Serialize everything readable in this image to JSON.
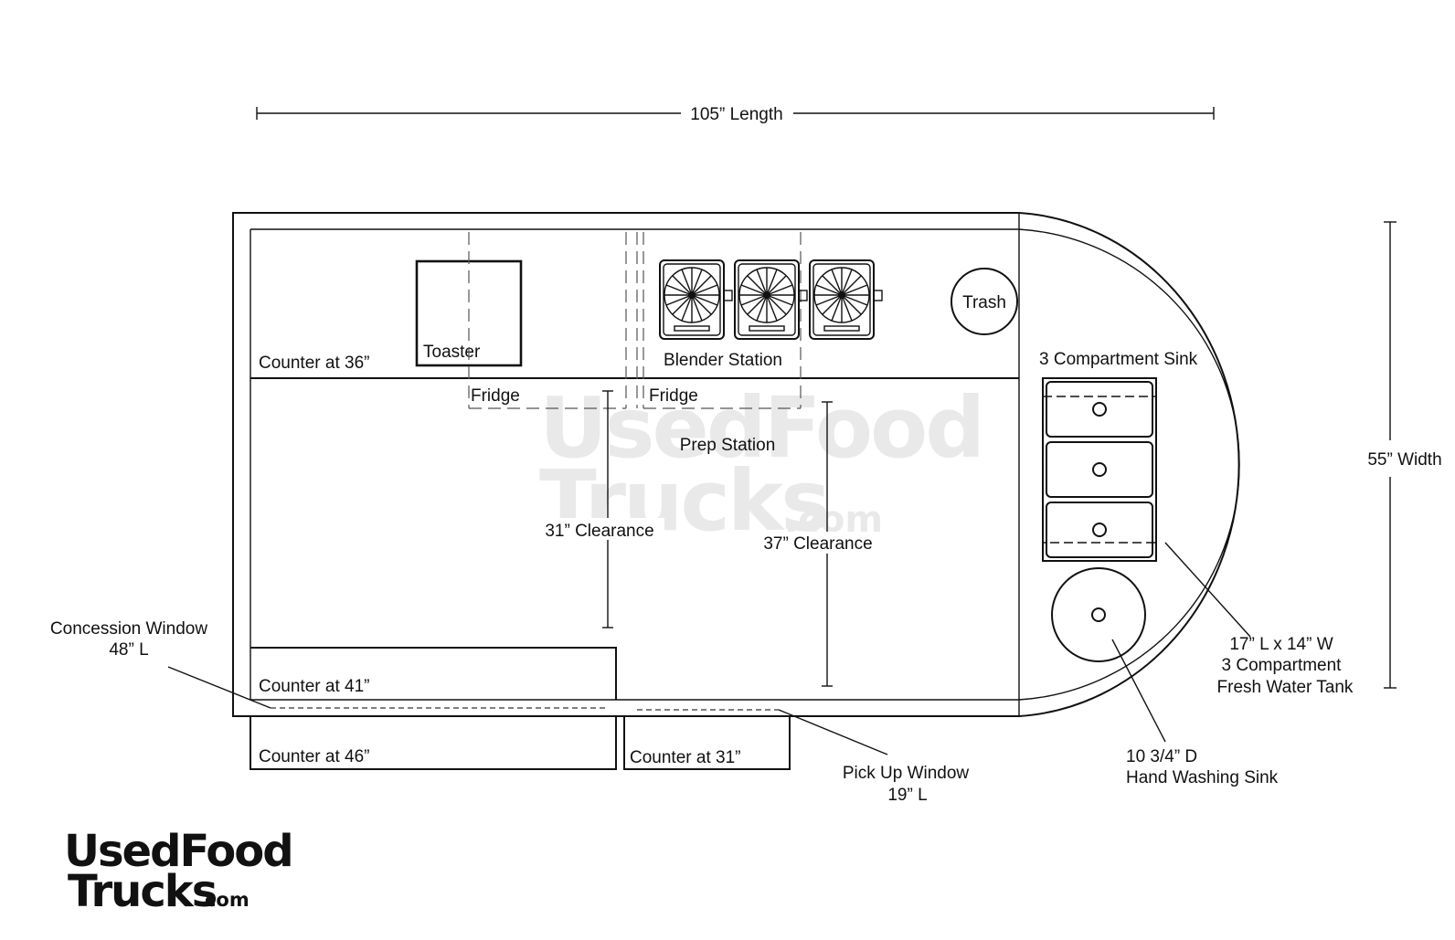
{
  "dimensions": {
    "length": "105” Length",
    "width": "55” Width"
  },
  "labels": {
    "counter_36": "Counter at 36”",
    "toaster": "Toaster",
    "fridge_1": "Fridge",
    "fridge_2": "Fridge",
    "blender_station": "Blender Station",
    "trash": "Trash",
    "three_compartment_sink": "3 Compartment Sink",
    "prep_station": "Prep Station",
    "clearance_31": "31” Clearance",
    "clearance_37": "37” Clearance",
    "counter_41": "Counter at 41”",
    "counter_46": "Counter at 46”",
    "counter_31": "Counter at 31”",
    "concession_window_line1": "Concession Window",
    "concession_window_line2": "48” L",
    "pickup_window_line1": "Pick Up Window",
    "pickup_window_line2": "19” L",
    "tank_line1": "17” L x 14” W",
    "tank_line2": "3 Compartment",
    "tank_line3": "Fresh Water Tank",
    "hand_sink_line1": "10 3/4” D",
    "hand_sink_line2": "Hand Washing Sink"
  },
  "watermark": {
    "line1": "UsedFood",
    "line2": "Trucks",
    "suffix": ".com"
  },
  "logo": {
    "line1": "UsedFood",
    "line2": "Trucks",
    "suffix": ".com",
    "color_red": "#e3242b",
    "color_dark": "#222222"
  }
}
